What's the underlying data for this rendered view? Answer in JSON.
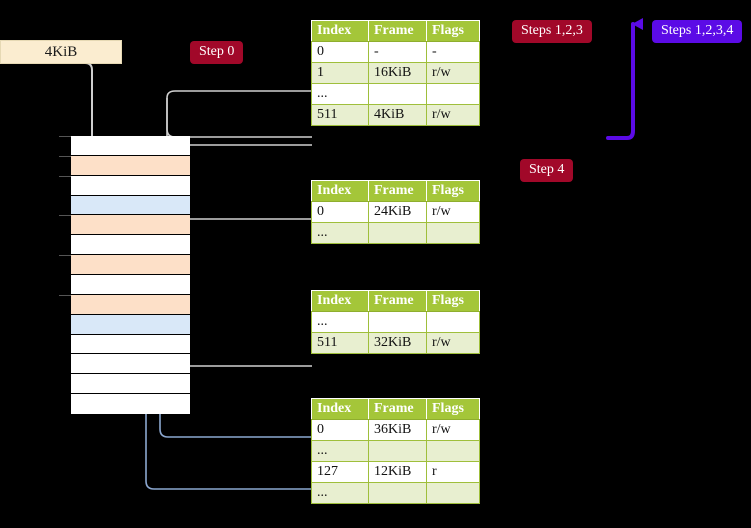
{
  "labels": {
    "size_label": "4KiB",
    "step0": "Step 0",
    "steps123": "Steps 1,2,3",
    "steps1234": "Steps 1,2,3,4",
    "step4": "Step 4"
  },
  "colors": {
    "header_green": "#a4c639",
    "row_alt_green": "#e8efd0",
    "highlight_yellow": "#fbf8a8",
    "badge_red": "#a10829",
    "badge_blue": "#5b0be6",
    "size_label_bg": "#fbedd0",
    "mem_orange": "#fde0c8",
    "mem_blue": "#d9e8f8",
    "mem_white": "#ffffff",
    "wire_gray": "#cfcfcf",
    "wire_blue": "#8ba7d0",
    "arrow_blue": "#5b0be6"
  },
  "columns": [
    "Index",
    "Frame",
    "Flags"
  ],
  "tables": [
    {
      "name": "pml4-table",
      "rows": [
        {
          "index": "0",
          "frame": "-",
          "flags": "-",
          "alt": false,
          "hl": false
        },
        {
          "index": "1",
          "frame": "16KiB",
          "flags": "r/w",
          "alt": true,
          "hl": false
        },
        {
          "index": "...",
          "frame": "",
          "flags": "",
          "alt": false,
          "hl": false
        },
        {
          "index": "511",
          "frame": "4KiB",
          "flags": "r/w",
          "alt": true,
          "hl": true
        }
      ]
    },
    {
      "name": "pdpt-table",
      "rows": [
        {
          "index": "0",
          "frame": "24KiB",
          "flags": "r/w",
          "alt": false,
          "hl": false
        },
        {
          "index": "...",
          "frame": "",
          "flags": "",
          "alt": true,
          "hl": false
        }
      ]
    },
    {
      "name": "pd-table",
      "rows": [
        {
          "index": "...",
          "frame": "",
          "flags": "",
          "alt": false,
          "hl": false
        },
        {
          "index": "511",
          "frame": "32KiB",
          "flags": "r/w",
          "alt": true,
          "hl": false
        }
      ]
    },
    {
      "name": "pt-table",
      "rows": [
        {
          "index": "0",
          "frame": "36KiB",
          "flags": "r/w",
          "alt": false,
          "hl": false
        },
        {
          "index": "...",
          "frame": "",
          "flags": "",
          "alt": true,
          "hl": false
        },
        {
          "index": "127",
          "frame": "12KiB",
          "flags": "r",
          "alt": false,
          "hl": false
        },
        {
          "index": "...",
          "frame": "",
          "flags": "",
          "alt": true,
          "hl": false
        }
      ]
    }
  ],
  "memory_rows": [
    {
      "fill": "white",
      "tick": true
    },
    {
      "fill": "orange",
      "tick": true
    },
    {
      "fill": "white",
      "tick": true
    },
    {
      "fill": "blue",
      "tick": false
    },
    {
      "fill": "orange",
      "tick": true
    },
    {
      "fill": "white",
      "tick": false
    },
    {
      "fill": "orange",
      "tick": true
    },
    {
      "fill": "white",
      "tick": false
    },
    {
      "fill": "orange",
      "tick": true
    },
    {
      "fill": "blue",
      "tick": false
    },
    {
      "fill": "white",
      "tick": false
    },
    {
      "fill": "white",
      "tick": false
    },
    {
      "fill": "white",
      "tick": false
    },
    {
      "fill": "white",
      "tick": false
    }
  ]
}
